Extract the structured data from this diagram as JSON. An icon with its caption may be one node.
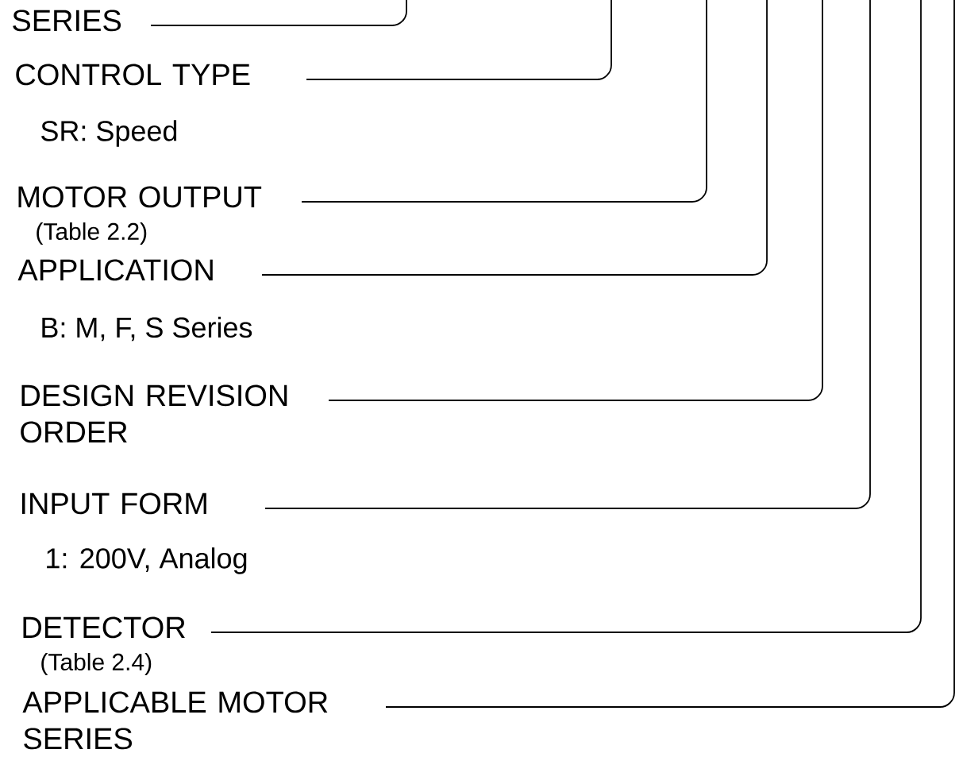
{
  "diagram": {
    "nodes": [
      {
        "text": [
          "SERIES"
        ]
      },
      {
        "text": [
          "CONTROL TYPE"
        ]
      },
      {
        "text": [
          "MOTOR OUTPUT"
        ],
        "beside": [
          "(Table 2.2)"
        ]
      },
      {
        "text": [
          "APPLICATION"
        ]
      },
      {
        "text": [
          "DESIGN REVISION ORDER"
        ]
      },
      {
        "text": [
          "INPUT FORM"
        ]
      },
      {
        "text": [
          "DETECTOR"
        ],
        "beside": [
          "(Table 2.4)"
        ]
      },
      {
        "text": [
          "APPLICABLE MOTOR SERIES"
        ]
      }
    ],
    "edges": [
      {
        "from": 0,
        "to": null,
        "arrow": "none"
      },
      {
        "from": 1,
        "to": null,
        "arrow": "none"
      },
      {
        "from": 2,
        "to": null,
        "arrow": "none"
      },
      {
        "from": 3,
        "to": null,
        "arrow": "none"
      },
      {
        "from": 4,
        "to": null,
        "arrow": "none"
      },
      {
        "from": 5,
        "to": null,
        "arrow": "none"
      },
      {
        "from": 6,
        "to": null,
        "arrow": "none"
      },
      {
        "from": 7,
        "to": null,
        "arrow": "none"
      }
    ],
    "labels": [
      "SR: Speed",
      "B: M, F, S Series",
      "1: 200V, Analog"
    ]
  }
}
